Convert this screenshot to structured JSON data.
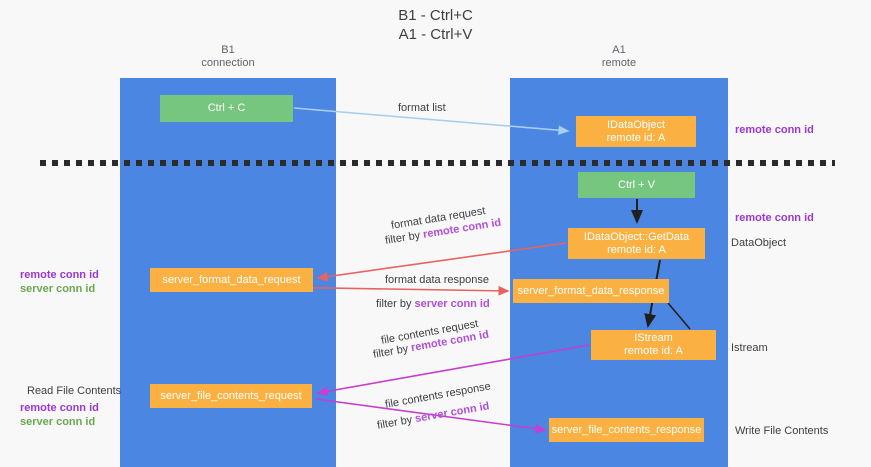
{
  "title": {
    "line1": "B1 - Ctrl+C",
    "line2": "A1 - Ctrl+V"
  },
  "lanes": [
    {
      "id": "b1",
      "name": "B1",
      "role": "connection"
    },
    {
      "id": "a1",
      "name": "A1",
      "role": "remote"
    }
  ],
  "nodes": {
    "ctrl_c": {
      "label": "Ctrl + C",
      "color": "#77c680"
    },
    "idataobject": {
      "label": "IDataObject",
      "sub": "remote id: A",
      "color": "#fbb142"
    },
    "ctrl_v": {
      "label": "Ctrl + V",
      "color": "#77c680"
    },
    "getdata": {
      "label": "IDataObject::GetData",
      "sub": "remote id: A",
      "color": "#fbb142"
    },
    "server_format_data_request": {
      "label": "server_format_data_request",
      "color": "#fbb142"
    },
    "server_format_data_response": {
      "label": "server_format_data_response",
      "color": "#fbb142"
    },
    "istream": {
      "label": "IStream",
      "sub": "remote id: A",
      "color": "#fbb142"
    },
    "server_file_contents_request": {
      "label": "server_file_contents_request",
      "color": "#fbb142"
    },
    "server_file_contents_response": {
      "label": "server_file_contents_response",
      "color": "#fbb142"
    }
  },
  "edges": {
    "format_list": {
      "label": "format list",
      "color": "#a8cff0"
    },
    "format_data_request": {
      "label": "format data request",
      "filter_prefix": "filter by ",
      "filter_key": "remote conn id",
      "color": "#e8625f"
    },
    "format_data_response": {
      "label": "format data response",
      "filter_prefix": "filter by ",
      "filter_key": "server conn id",
      "color": "#e8625f"
    },
    "file_contents_request": {
      "label": "file contents request",
      "filter_prefix": "filter by ",
      "filter_key": "remote conn id",
      "color": "#c53fd0"
    },
    "file_contents_response": {
      "label": "file contents response",
      "filter_prefix": "filter by ",
      "filter_key": "server conn id",
      "color": "#c53fd0"
    }
  },
  "annotations": {
    "right": {
      "remote_conn_id_top": "remote conn id",
      "remote_conn_id_mid": "remote conn id",
      "dataobject": "DataObject",
      "istream": "Istream",
      "write_file_contents": "Write File Contents"
    },
    "left": {
      "remote_conn_id_1": "remote conn id",
      "server_conn_id_1": "server conn id",
      "read_file_contents": "Read File Contents",
      "remote_conn_id_2": "remote conn id",
      "server_conn_id_2": "server conn id"
    }
  },
  "colors": {
    "lane": "#4a86e2",
    "green": "#77c680",
    "orange": "#fbb142",
    "purple": "#9c37d4",
    "green_text": "#6aa84f",
    "red_arrow": "#e8625f",
    "magenta_arrow": "#c53fd0",
    "light_blue_arrow": "#a8cff0",
    "background": "#f8f8f8"
  }
}
